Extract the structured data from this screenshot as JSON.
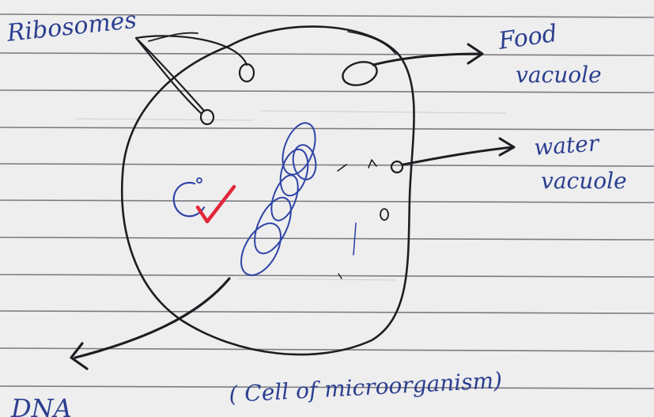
{
  "labels": {
    "ribosomes": "Ribosomes",
    "food_vacuole_line1": "Food",
    "food_vacuole_line2": "vacuole",
    "water_vacuole_line1": "water",
    "water_vacuole_line2": "vacuole",
    "dna": "DNA",
    "caption": "( Cell of microorganism)"
  },
  "colors": {
    "ink": "#1e1e22",
    "pen_blue": "#2b3f8f",
    "check_red": "#e2263a",
    "paper": "#eeeeef",
    "rule_line": "#4a4a52"
  },
  "marks": {
    "check": "check-mark-icon"
  }
}
